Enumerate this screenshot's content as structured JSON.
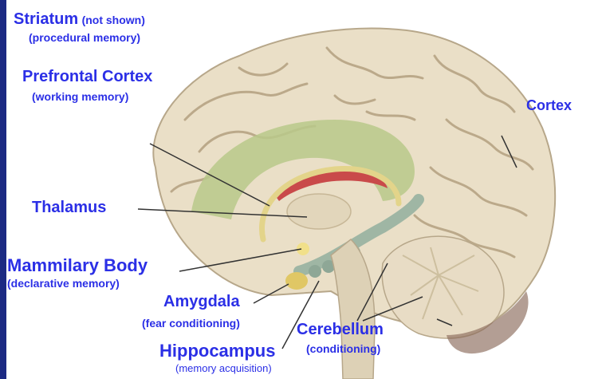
{
  "colors": {
    "label": "#2b2fe6",
    "border": "#1c2a83",
    "brain": "#eadfc7",
    "brain_shadow": "#c9b797",
    "fold_line": "#b7a78a",
    "cingulate": "#b9c98a",
    "fornix": "#e3d48a",
    "corpus": "#c94a4a",
    "hippocampus": "#9fb6a4",
    "cerebellum": "#e8dcc5",
    "brainstem": "#ddd1b6"
  },
  "labels": {
    "striatum": {
      "name": "Striatum",
      "qualifier": "(not shown)",
      "note": "(procedural memory)"
    },
    "prefrontal": {
      "name": "Prefrontal Cortex",
      "note": "(working memory)"
    },
    "cortex": {
      "name": "Cortex"
    },
    "thalamus": {
      "name": "Thalamus"
    },
    "mammillary": {
      "name": "Mammilary Body",
      "note": "(declarative memory)"
    },
    "amygdala": {
      "name": "Amygdala",
      "note": "(fear conditioning)"
    },
    "cerebellum": {
      "name": "Cerebellum",
      "note": "(conditioning)"
    },
    "hippocampus": {
      "name": "Hippocampus",
      "note": "(memory acquisition)"
    }
  }
}
